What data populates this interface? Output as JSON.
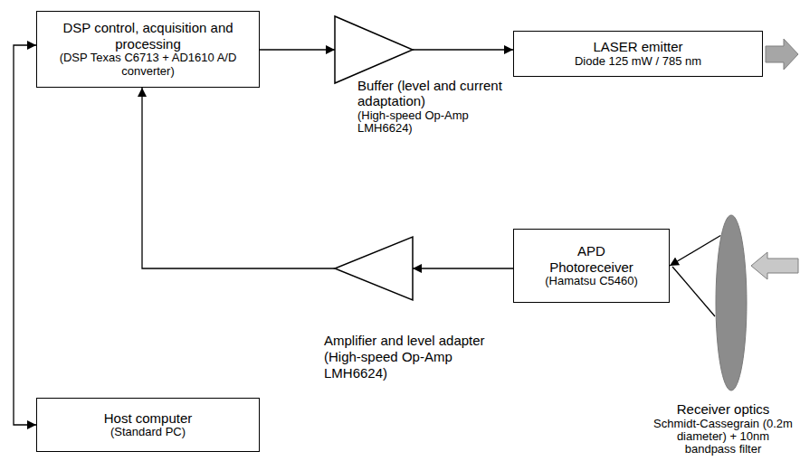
{
  "diagram": {
    "nodes": [
      {
        "text": [
          "DSP control, acquisition and processing",
          "(DSP Texas C6713 + AD1610 A/D converter)"
        ]
      },
      {
        "text": [
          "Buffer (level and current adaptation)",
          "(High-speed Op-Amp LMH6624)"
        ]
      },
      {
        "text": [
          "LASER emitter",
          "Diode 125 mW / 785 nm"
        ]
      },
      {
        "text": [
          "APD Photoreceiver",
          "(Hamatsu C5460)"
        ]
      },
      {
        "text": [
          "Amplifier and level adapter",
          "(High-speed Op-Amp LMH6624)"
        ]
      },
      {
        "text": [
          "Receiver optics",
          "Schmidt-Cassegrain (0.2m diameter) + 10nm bandpass filter"
        ]
      },
      {
        "text": [
          "Host computer",
          "(Standard PC)"
        ]
      }
    ],
    "edges": [
      {
        "from": 0,
        "to": 1,
        "arrow": "to"
      },
      {
        "from": 1,
        "to": 2,
        "arrow": "to"
      },
      {
        "from": 3,
        "to": 4,
        "arrow": "to"
      },
      {
        "from": 4,
        "to": 0,
        "arrow": "to"
      },
      {
        "from": 0,
        "to": 6,
        "arrow": "both"
      },
      {
        "from": 5,
        "to": 3,
        "arrow": "to"
      }
    ]
  }
}
